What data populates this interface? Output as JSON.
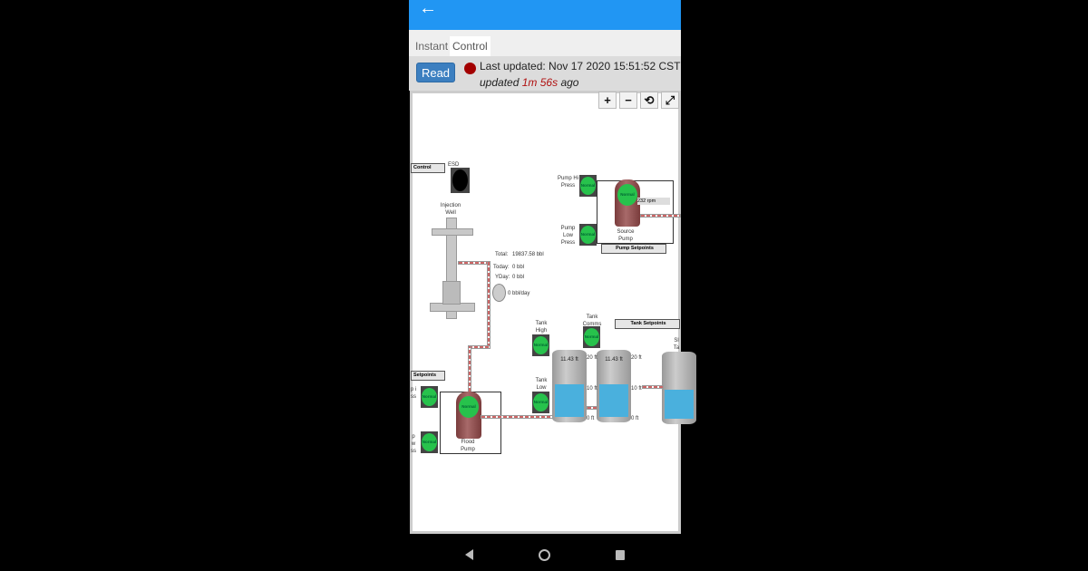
{
  "tabs": [
    {
      "label": "Instant",
      "active": false
    },
    {
      "label": "Control",
      "active": true
    }
  ],
  "status": {
    "read_label": "Read",
    "last_updated": "Last updated: Nov 17 2020 15:51:52 CST",
    "ago_prefix": "updated",
    "ago_value": "1m 56s",
    "ago_suffix": "ago",
    "indicator_color": "#a30000"
  },
  "zoom_controls": [
    "+",
    "−",
    "⟲",
    "⤢"
  ],
  "diagram": {
    "control_panel": "Control",
    "esd": "ESD",
    "injection_well": "Injection Well",
    "flow": {
      "total_label": "Total:",
      "total": "19837.58 bbl",
      "today_label": "Today:",
      "today": "0 bbl",
      "yday_label": "YDay:",
      "yday": "0 bbl",
      "rate": "0 bbl/day"
    },
    "pump_hi": "Pump Hi Press",
    "pump_low": "Pump Low Press",
    "normal": "Normal",
    "source_pump": "Source Pump",
    "rpm": "232 rpm",
    "pump_setpoints": "Pump Setpoints",
    "tank_setpoints": "Tank Setpoints",
    "tank_high": "Tank High",
    "tank_comms": "Tank Comms",
    "tank_low": "Tank Low",
    "setpoints": "Setpoints",
    "flood_pump": "Flood Pump",
    "tank1_level": "11.43 ft",
    "tank2_level": "11.43 ft",
    "tick_20": "20 ft",
    "tick_10": "10 ft",
    "tick_0": "0 ft",
    "tank3_label": "Sl Ta",
    "flood_hi_partial": "p i ss",
    "flood_low_partial": "p w ss"
  }
}
